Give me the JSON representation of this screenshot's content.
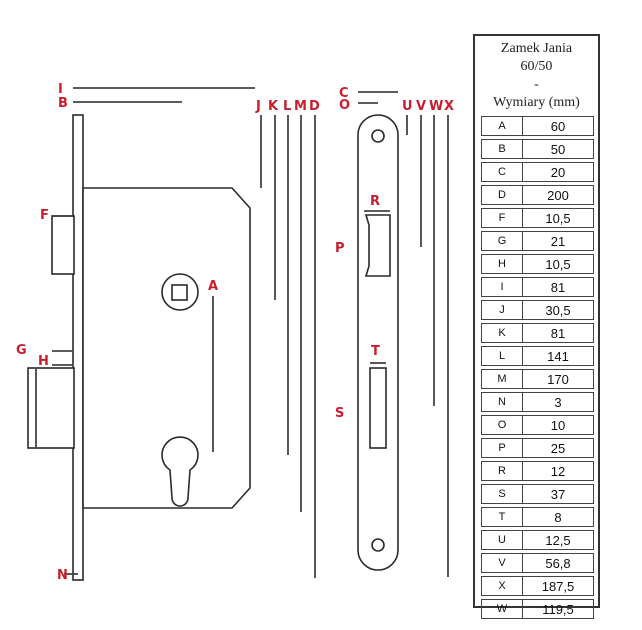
{
  "labels": {
    "I": "I",
    "B": "B",
    "J": "J",
    "K": "K",
    "L": "L",
    "M": "M",
    "D": "D",
    "C": "C",
    "O": "O",
    "U": "U",
    "V": "V",
    "W": "W",
    "X": "X",
    "F": "F",
    "A": "A",
    "G": "G",
    "H": "H",
    "N": "N",
    "R": "R",
    "P": "P",
    "T": "T",
    "S": "S"
  },
  "table": {
    "title_line1": "Zamek Jania",
    "title_line2": "60/50",
    "title_line3": "-",
    "title_line4": "Wymiary (mm)",
    "rows": [
      {
        "key": "A",
        "value": "60"
      },
      {
        "key": "B",
        "value": "50"
      },
      {
        "key": "C",
        "value": "20"
      },
      {
        "key": "D",
        "value": "200"
      },
      {
        "key": "F",
        "value": "10,5"
      },
      {
        "key": "G",
        "value": "21"
      },
      {
        "key": "H",
        "value": "10,5"
      },
      {
        "key": "I",
        "value": "81"
      },
      {
        "key": "J",
        "value": "30,5"
      },
      {
        "key": "K",
        "value": "81"
      },
      {
        "key": "L",
        "value": "141"
      },
      {
        "key": "M",
        "value": "170"
      },
      {
        "key": "N",
        "value": "3"
      },
      {
        "key": "O",
        "value": "10"
      },
      {
        "key": "P",
        "value": "25"
      },
      {
        "key": "R",
        "value": "12"
      },
      {
        "key": "S",
        "value": "37"
      },
      {
        "key": "T",
        "value": "8"
      },
      {
        "key": "U",
        "value": "12,5"
      },
      {
        "key": "V",
        "value": "56,8"
      },
      {
        "key": "X",
        "value": "187,5"
      },
      {
        "key": "W",
        "value": "119,5"
      }
    ]
  },
  "colors": {
    "label": "#c81e2e",
    "line": "#444444"
  }
}
